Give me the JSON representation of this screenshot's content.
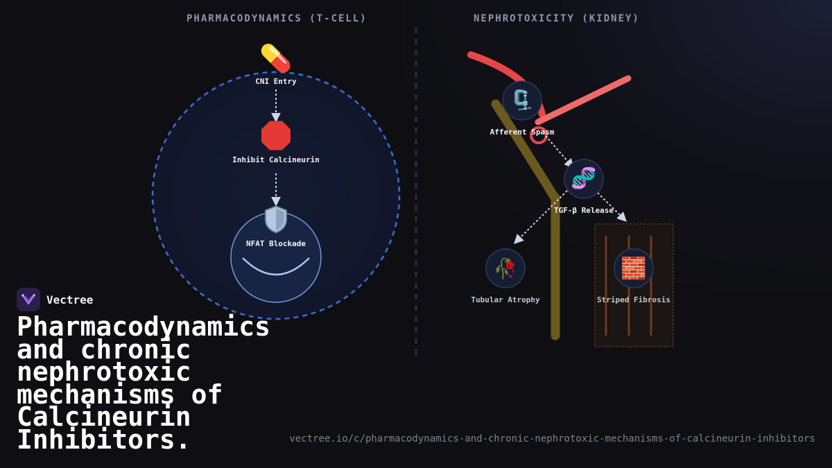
{
  "sections": {
    "left_title": "PHARMACODYNAMICS (T-CELL)",
    "right_title": "NEPHROTOXICITY (KIDNEY)"
  },
  "nodes": {
    "cni_entry": {
      "label": "CNI Entry",
      "icon": "pill-icon"
    },
    "inhibit_calcineurin": {
      "label": "Inhibit Calcineurin",
      "icon": "stop-sign-icon"
    },
    "nfat_blockade": {
      "label": "NFAT Blockade",
      "icon": "shield-icon"
    },
    "afferent_spasm": {
      "label": "Afferent Spasm",
      "icon": "clamp-icon"
    },
    "tgf_release": {
      "label": "TGF-β Release",
      "icon": "dna-icon"
    },
    "tubular_atrophy": {
      "label": "Tubular Atrophy",
      "icon": "wilted-flower-icon"
    },
    "striped_fibrosis": {
      "label": "Striped Fibrosis",
      "icon": "brick-wall-icon"
    }
  },
  "colors": {
    "cell_border": "#3b6fd8",
    "nucleus_border": "#6f9be0",
    "vessel_red": "#e8474a",
    "tubule_gold": "#6b5a1d",
    "fibrosis_border": "#8a3d1c"
  },
  "brand": {
    "name": "Vectree"
  },
  "title": "Pharmacodynamics and chronic nephrotoxic mechanisms of Calcineurin Inhibitors.",
  "url": "vectree.io/c/pharmacodynamics-and-chronic-nephrotoxic-mechanisms-of-calcineurin-inhibitors"
}
